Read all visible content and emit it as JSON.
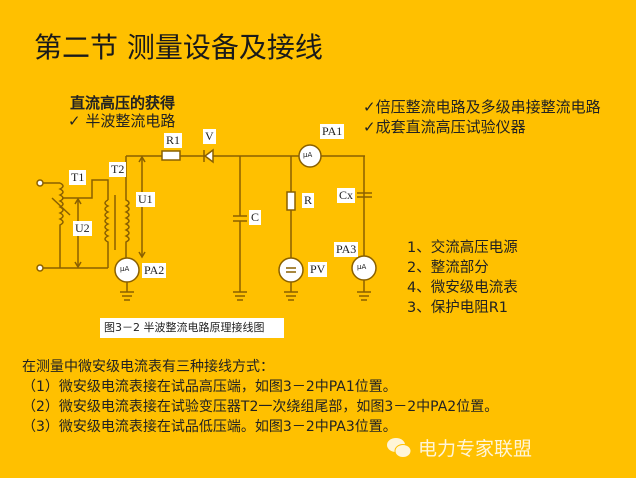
{
  "title": "第二节 测量设备及接线",
  "heading": "直流高压的获得",
  "subitem": "✓   半波整流电路",
  "right_list": [
    "✓倍压整流电路及多级串接整流电路",
    "✓成套直流高压试验仪器"
  ],
  "diagram": {
    "labels": {
      "R1": "R1",
      "V": "V",
      "PA1": "PA1",
      "T1": "T1",
      "T2": "T2",
      "U1": "U1",
      "U2": "U2",
      "C": "C",
      "R": "R",
      "Cx": "Cx",
      "PA2": "PA2",
      "PV": "PV",
      "PA3": "PA3",
      "meter": "μA"
    },
    "caption": "图3－2 半波整流电路原理接线图"
  },
  "numbered_list": [
    "1、交流高压电源",
    "2、整流部分",
    "4、微安级电流表",
    "3、保护电阻R1"
  ],
  "body": [
    "在测量中微安级电流表有三种接线方式：",
    "（1）微安级电流表接在试品高压端，如图3－2中PA1位置。",
    "（2）微安级电流表接在试验变压器T2一次绕组尾部，如图3－2中PA2位置。",
    "（3）微安级电流表接在试品低压端。如图3－2中PA3位置。"
  ],
  "watermark": "电力专家联盟",
  "colors": {
    "background": "#FFC000",
    "wire": "#8a6000"
  }
}
